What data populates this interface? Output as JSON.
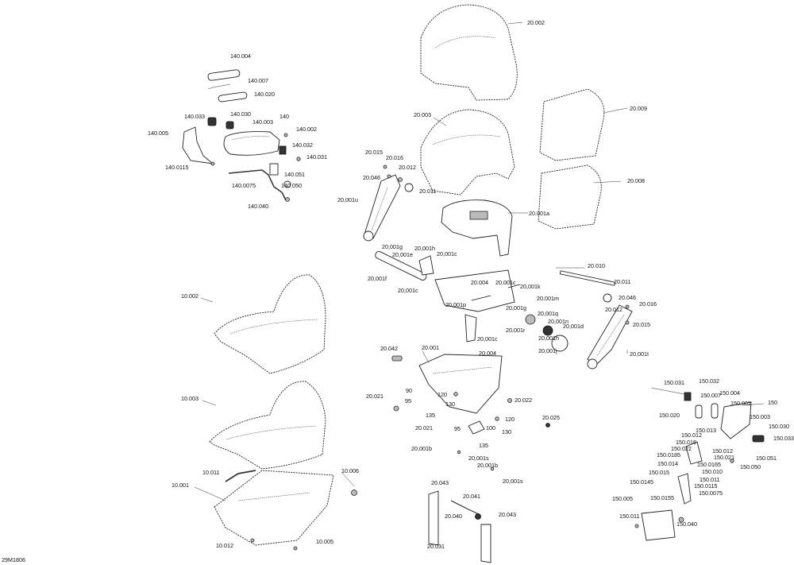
{
  "diagram_code": "29M1806",
  "labels": {
    "l140_004": "140.004",
    "l140_007": "140.007",
    "l140_020": "140.020",
    "l140_033": "140.033",
    "l140_030": "140.030",
    "l140": "140",
    "l140_003": "140.003",
    "l140_002": "140.002",
    "l140_005": "140.005",
    "l140_032": "140.032",
    "l140_031": "140.031",
    "l140_0115": "140.0115",
    "l140_051": "140.051",
    "l140_0075": "140.0075",
    "l140_050": "140.050",
    "l140_040": "140.040",
    "l20_002": "20.002",
    "l20_003": "20.003",
    "l20_009": "20.009",
    "l20_008": "20.008",
    "l20_015a": "20.015",
    "l20_016a": "20.016",
    "l20_012a": "20.012",
    "l20_046a": "20.046",
    "l20_011a": "20.011",
    "l20_001u": "20,001u",
    "l20_001a": "20.001a",
    "l20_001g": "20,001g",
    "l20_001h_top": "20,001h",
    "l20_001e": "20,001e",
    "l20_001c_1": "20,001c",
    "l20_001f": "20,001f",
    "l20_004a": "20.004",
    "l20_001c_2": "20,001c",
    "l20_001k": "20,001k",
    "l20_001c_3": "20,001c",
    "l20_001m": "20,001m",
    "l20_001p": "20,001p",
    "l20_001g_2": "20,001g",
    "l20_001q": "20,001q",
    "l20_001r": "20,001r",
    "l20_001n": "20,001n",
    "l20_001d": "20,001d",
    "l20_001c_4": "20,001c",
    "l20_001h_2": "20,001h",
    "l20_001j": "20,001j",
    "l20_010": "20.010",
    "l20_011b": "20.011",
    "l20_012b": "20.012",
    "l20_046b": "20.046",
    "l20_016b": "20.016",
    "l20_015b": "20.015",
    "l20_001t": "20,001t",
    "l10_002": "10.002",
    "l10_003": "10.003",
    "l10_001": "10.001",
    "l10_011": "10.011",
    "l10_006": "10.006",
    "l10_012": "10.012",
    "l10_005": "10.005",
    "l20_042": "20.042",
    "l20_001": "20.001",
    "l20_004b": "20.004",
    "l20_021a": "20.021",
    "l90": "90",
    "l95a": "95",
    "l120a": "120",
    "l130a": "130",
    "l135a": "135",
    "l20_022": "20.022",
    "l120b": "120",
    "l95b": "95",
    "l100": "100",
    "l130b": "130",
    "l135b": "135",
    "l20_021b": "20.021",
    "l20_025": "20.025",
    "l20_001b_1": "20,001b",
    "l20_001s_1": "20,001s",
    "l20_001b_2": "20,001b",
    "l20_001s_2": "20,001s",
    "l20_043a": "20.043",
    "l20_041": "20.041",
    "l20_040": "20.040",
    "l20_043b": "20.043",
    "l20_031": "20.031",
    "l150_031": "150.031",
    "l150_032": "150.032",
    "l150_007": "150.007",
    "l150_004": "150.004",
    "l150_002": "150.002",
    "l150": "150",
    "l150_020": "150.020",
    "l150_003": "150.003",
    "l150_030": "150.030",
    "l150_013": "150.013",
    "l150_033": "150.033",
    "l150_012a": "150.012",
    "l150_016": "150.016",
    "l150_022": "150.022",
    "l150_012b": "150.012",
    "l150_0185": "150.0185",
    "l150_021": "150.021",
    "l150_0165": "150.0165",
    "l150_051": "150.051",
    "l150_014": "150.014",
    "l150_050": "150.050",
    "l150_010": "150.010",
    "l150_015": "150.015",
    "l150_011a": "150.011",
    "l150_0145": "150.0145",
    "l150_0115": "150.0115",
    "l150_0155": "150.0155",
    "l150_0075": "150.0075",
    "l150_005": "150.005",
    "l150_011b": "150.011",
    "l150_040": "150.040"
  }
}
